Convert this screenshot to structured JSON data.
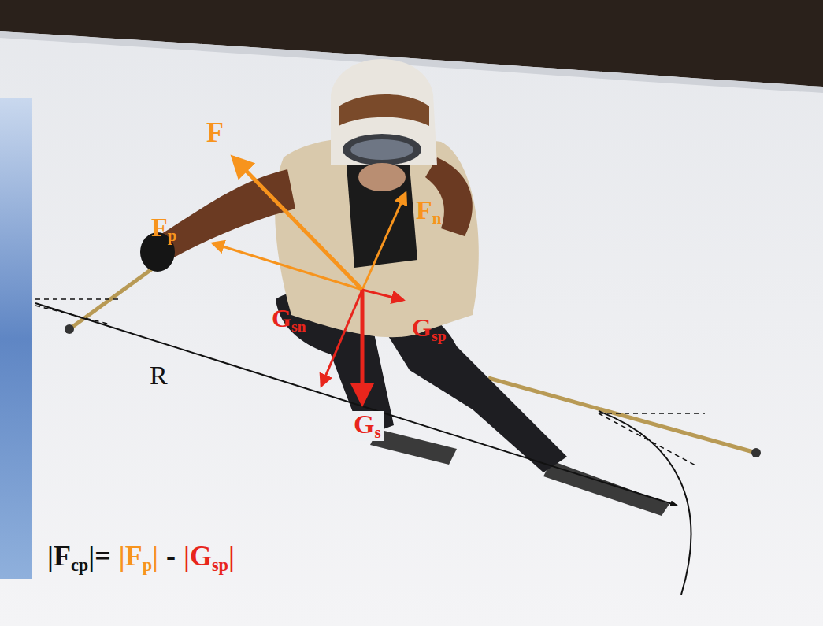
{
  "diagram": {
    "labels": [
      "F",
      "Fp",
      "Fn",
      "Gsn",
      "Gsp",
      "Gs",
      "R",
      "|Fcp|=",
      "|Fp|",
      "-",
      "|Gsp|"
    ]
  }
}
